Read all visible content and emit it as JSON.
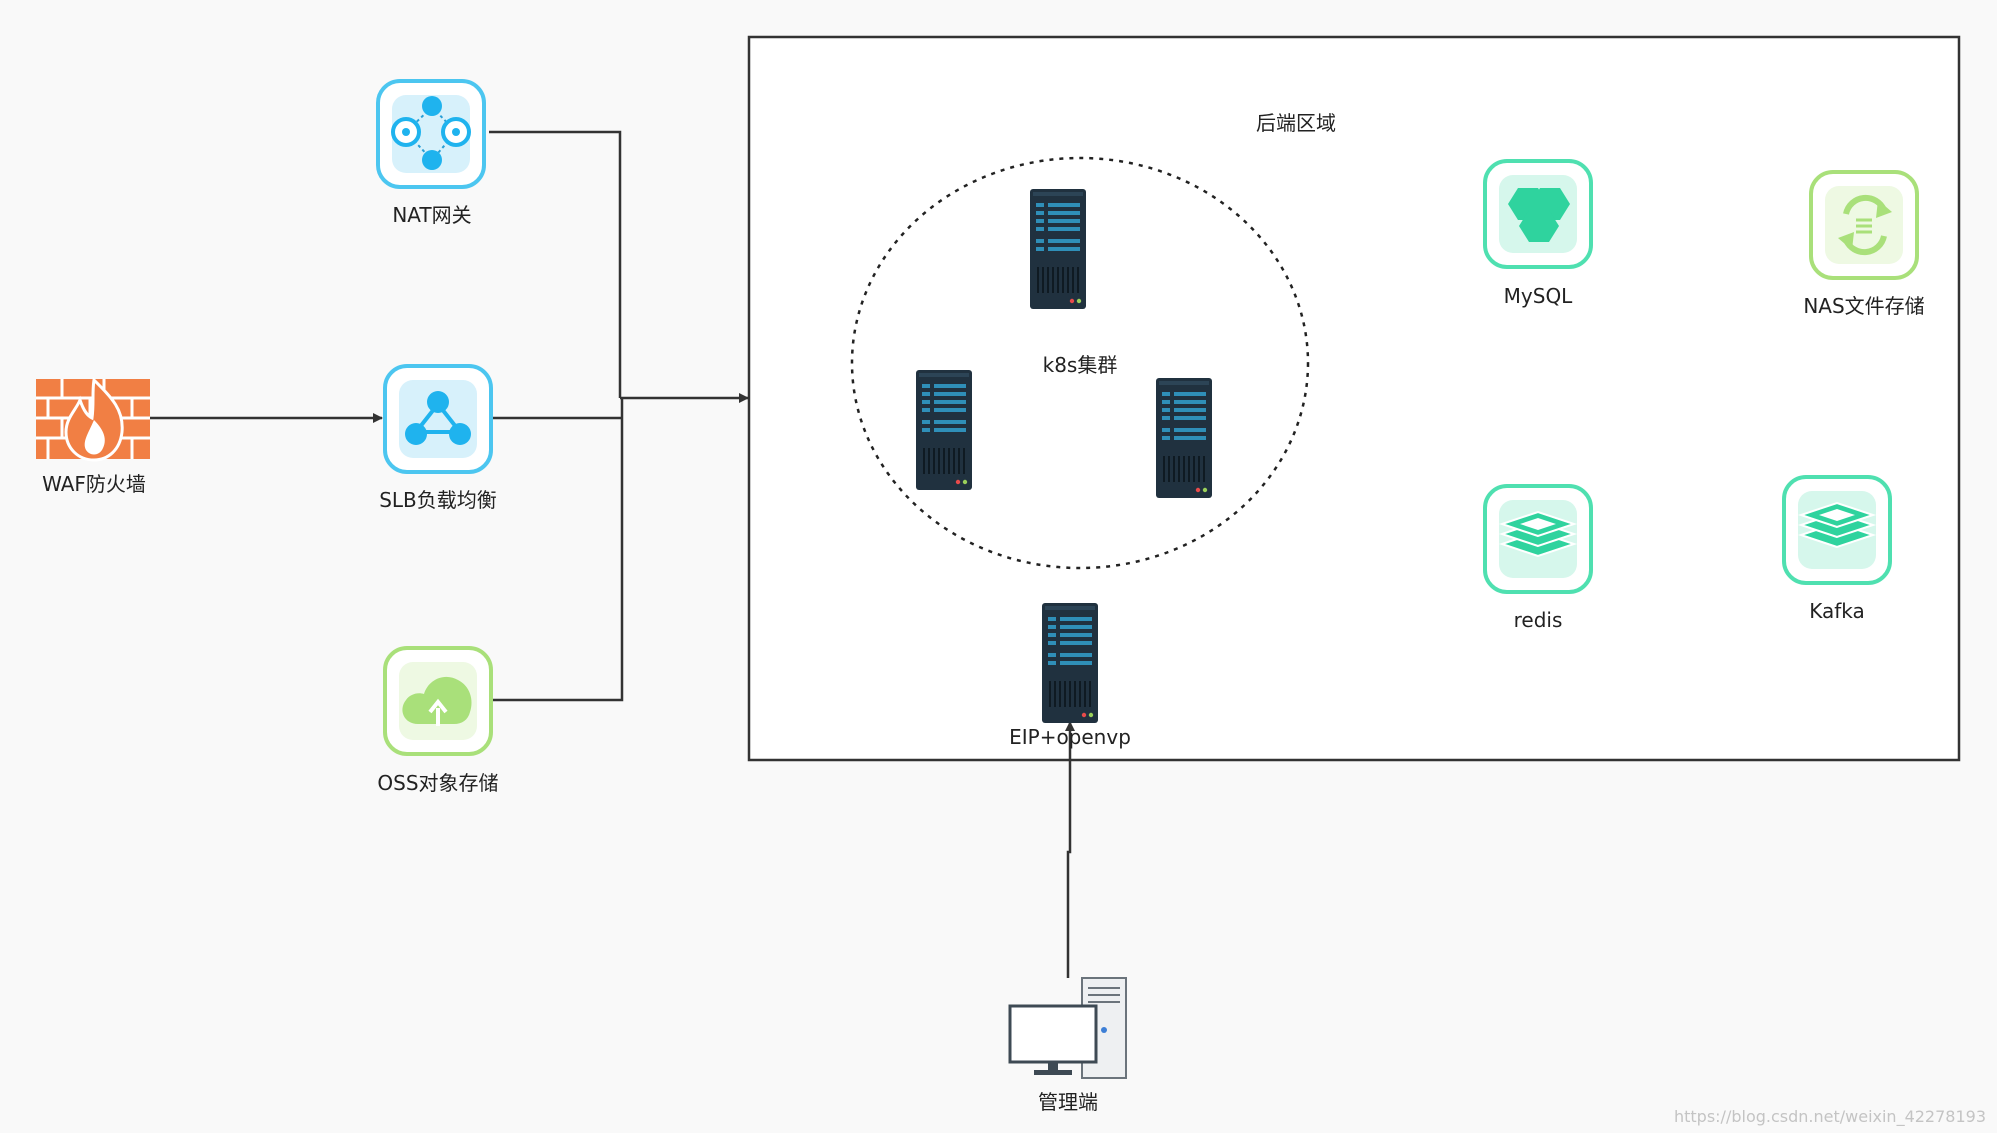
{
  "diagram": {
    "region_title": "后端区域",
    "cluster_label": "k8s集群",
    "nodes": {
      "waf": "WAF防火墙",
      "nat": "NAT网关",
      "slb": "SLB负载均衡",
      "oss": "OSS对象存储",
      "mysql": "MySQL",
      "nas": "NAS文件存储",
      "redis": "redis",
      "kafka": "Kafka",
      "eip": "EIP+openvp",
      "admin": "管理端"
    },
    "edges": [
      {
        "from": "waf",
        "to": "slb"
      },
      {
        "from": "nat",
        "to": "backend-region"
      },
      {
        "from": "slb",
        "to": "backend-region"
      },
      {
        "from": "oss",
        "to": "backend-region"
      },
      {
        "from": "admin",
        "to": "eip"
      }
    ],
    "watermark": "https://blog.csdn.net/weixin_42278193"
  }
}
